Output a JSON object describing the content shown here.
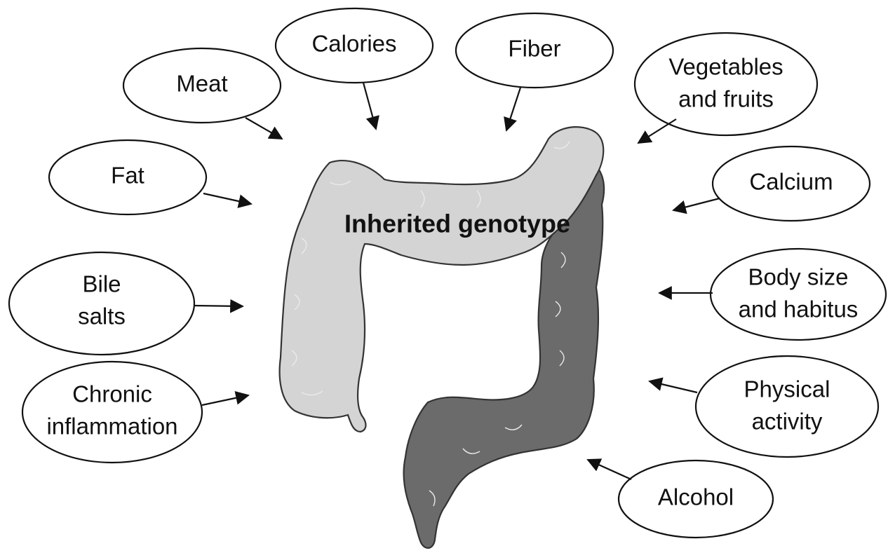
{
  "center": {
    "title": "Inherited genotype"
  },
  "factors": [
    {
      "key": "meat",
      "lines": [
        "Meat"
      ]
    },
    {
      "key": "calories",
      "lines": [
        "Calories"
      ]
    },
    {
      "key": "fiber",
      "lines": [
        "Fiber"
      ]
    },
    {
      "key": "vegetables",
      "lines": [
        "Vegetables",
        "and fruits"
      ]
    },
    {
      "key": "fat",
      "lines": [
        "Fat"
      ]
    },
    {
      "key": "calcium",
      "lines": [
        "Calcium"
      ]
    },
    {
      "key": "bile",
      "lines": [
        "Bile",
        "salts"
      ]
    },
    {
      "key": "body",
      "lines": [
        "Body size",
        "and habitus"
      ]
    },
    {
      "key": "chronic",
      "lines": [
        "Chronic",
        "inflammation"
      ]
    },
    {
      "key": "physical",
      "lines": [
        "Physical",
        "activity"
      ]
    },
    {
      "key": "alcohol",
      "lines": [
        "Alcohol"
      ]
    }
  ],
  "colors": {
    "proximal_colon": "#d4d4d4",
    "distal_colon": "#6b6b6b",
    "outline": "#111111"
  }
}
